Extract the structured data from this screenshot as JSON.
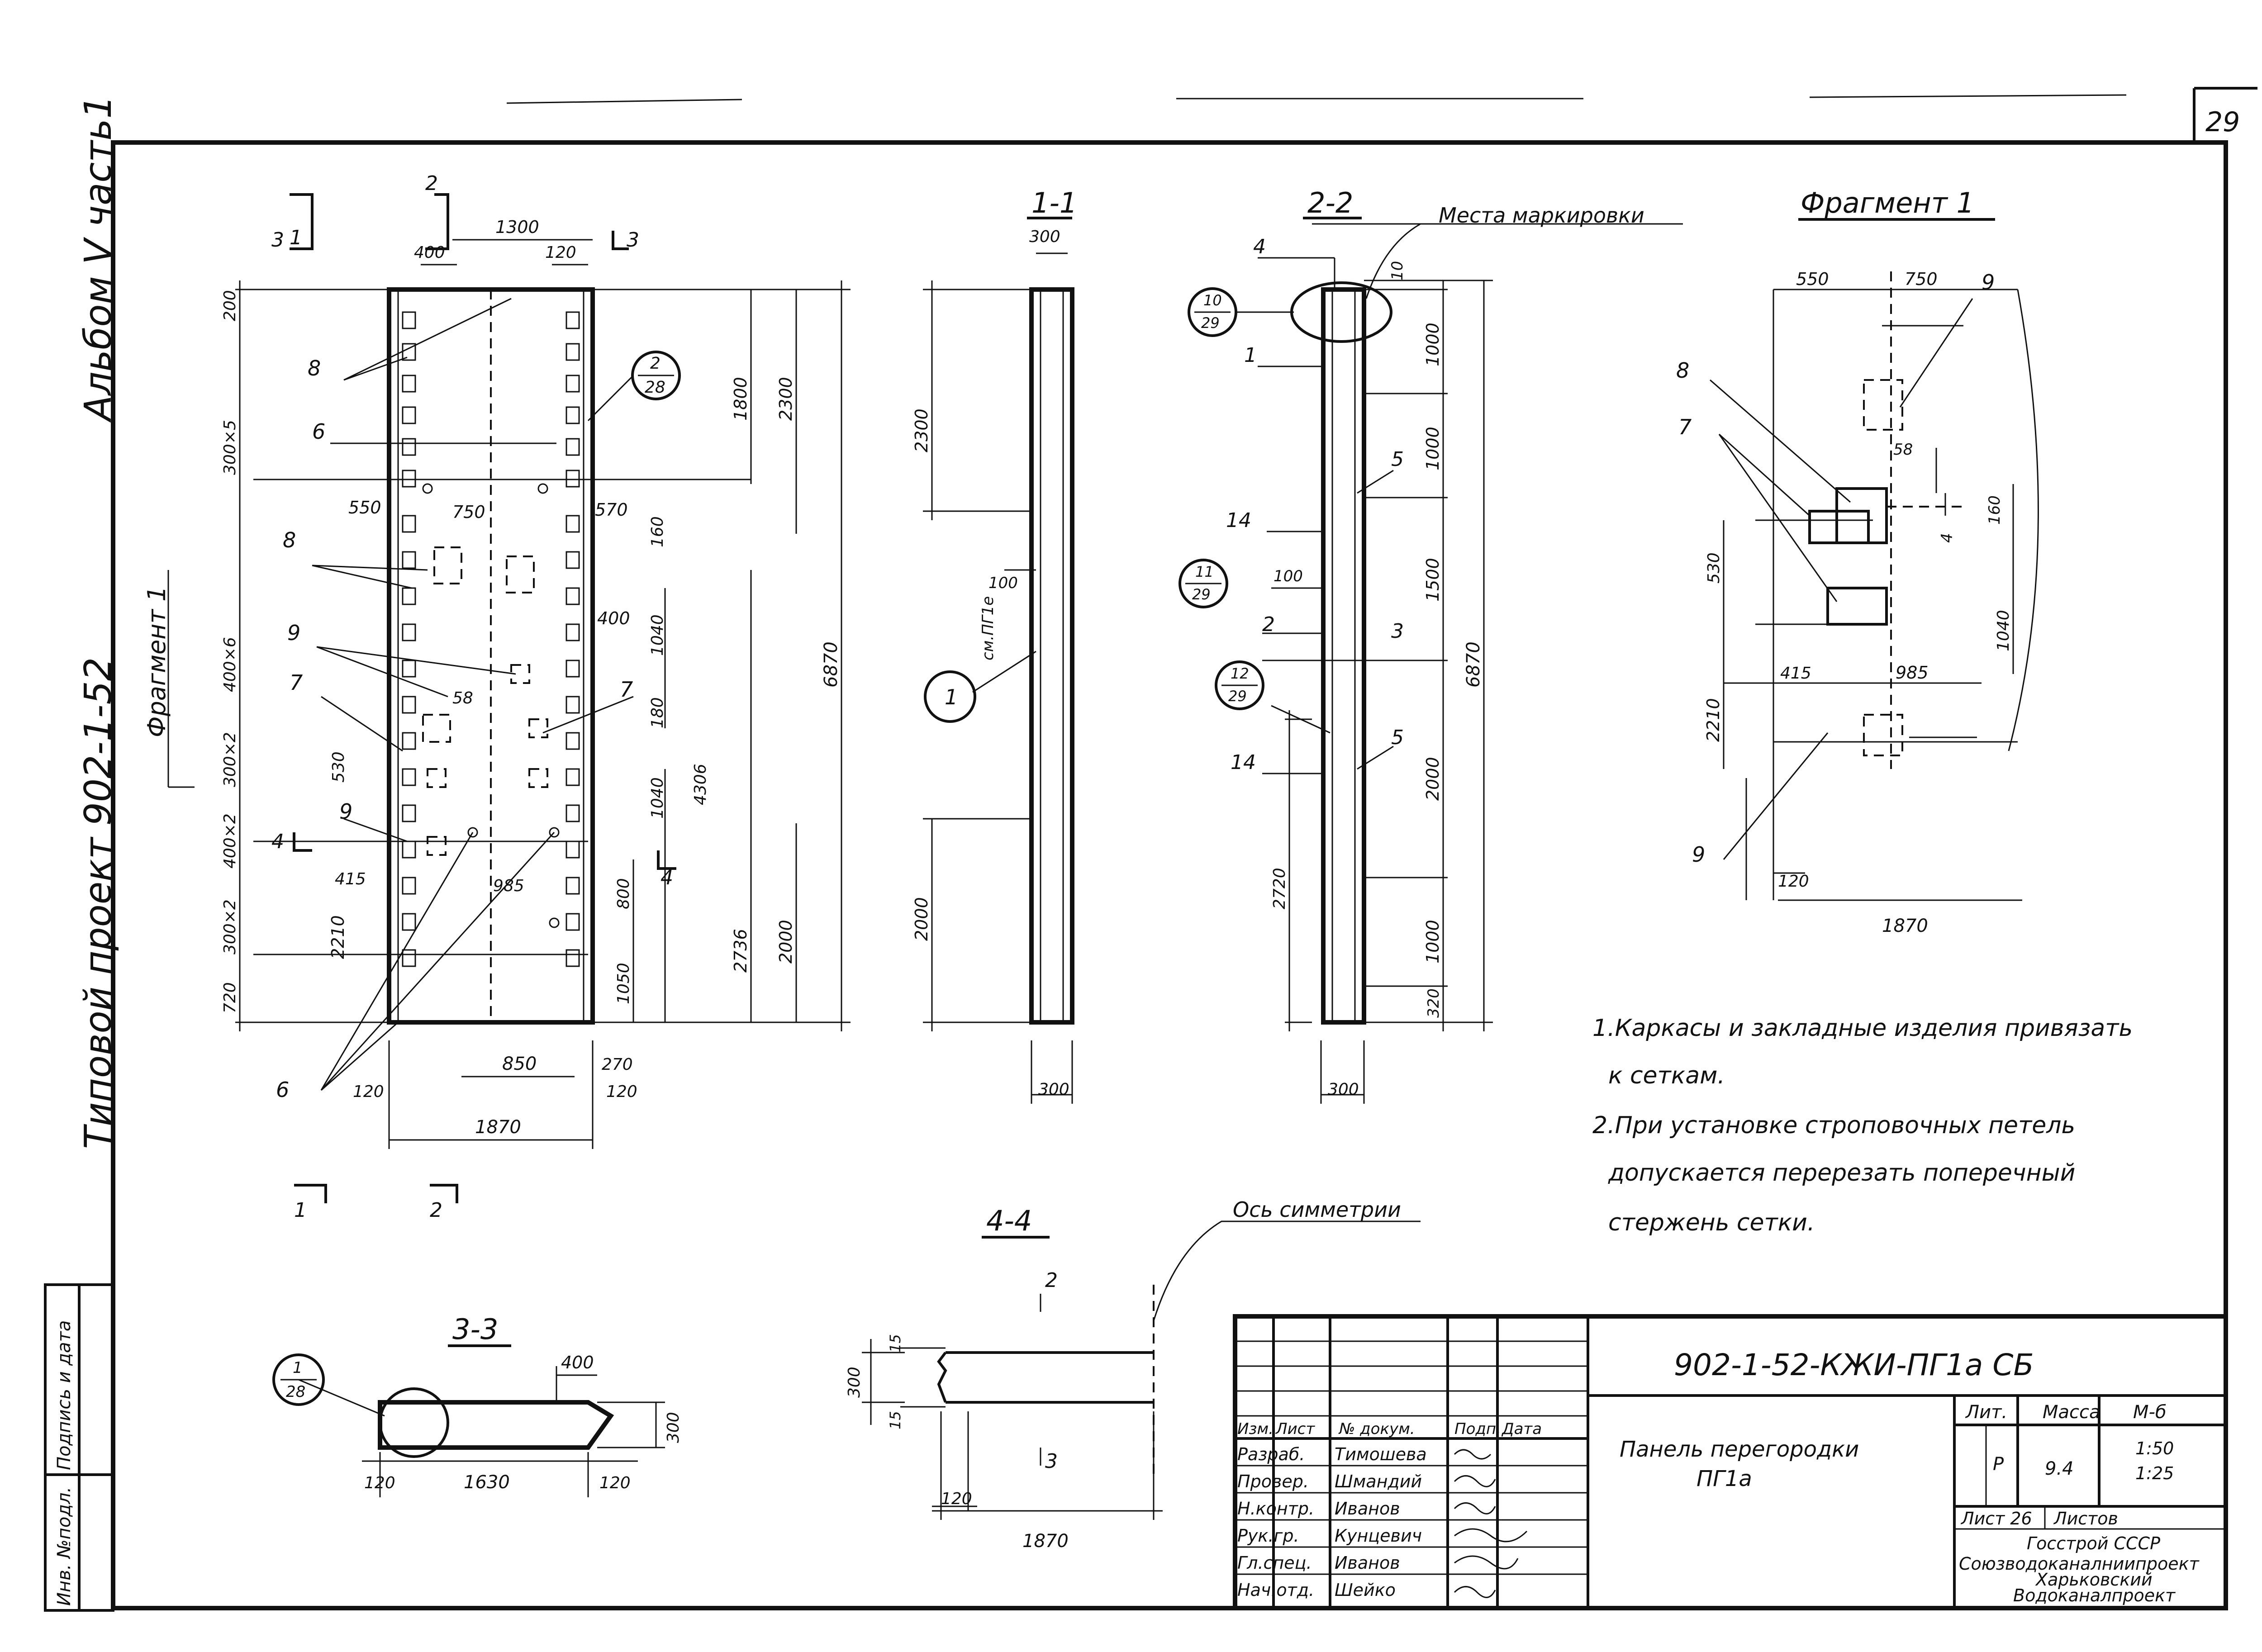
{
  "sheet": {
    "page_number": "29",
    "album_label": "Альбом V часть1",
    "project_label": "Типовой проект 902-1-52",
    "fragment_side_label": "Фрагмент 1"
  },
  "views": {
    "elevation": {
      "section_marks": [
        "1",
        "2",
        "3",
        "3",
        "4",
        "4",
        "1",
        "2"
      ],
      "dims": [
        "1300",
        "400",
        "120",
        "200",
        "300×5",
        "1800",
        "2300",
        "550",
        "750",
        "570",
        "160",
        "400×6",
        "400",
        "1040",
        "58",
        "180",
        "530",
        "300×2",
        "1040",
        "4306",
        "400×2",
        "415",
        "985",
        "800",
        "2210",
        "300×2",
        "2736",
        "2000",
        "1050",
        "720",
        "850",
        "270",
        "120",
        "120",
        "1870",
        "6870"
      ],
      "callouts": [
        "8",
        "6",
        "8",
        "9",
        "7",
        "7",
        "9",
        "6"
      ],
      "bubble": {
        "num": "2",
        "den": "28"
      }
    },
    "section_1_1": {
      "title": "1-1",
      "dims": [
        "300",
        "2300",
        "100",
        "2000",
        "300"
      ],
      "note": "см.ПГ1е",
      "callout": "1"
    },
    "section_2_2": {
      "title": "2-2",
      "marking_label": "Места маркировки",
      "dims": [
        "10",
        "1000",
        "1000",
        "100",
        "1500",
        "2000",
        "2720",
        "1000",
        "320",
        "300",
        "6870"
      ],
      "callouts": [
        "4",
        "1",
        "5",
        "14",
        "2",
        "3",
        "5",
        "14"
      ],
      "bubbles": [
        {
          "num": "10",
          "den": "29"
        },
        {
          "num": "11",
          "den": "29"
        },
        {
          "num": "12",
          "den": "29"
        }
      ]
    },
    "fragment_1": {
      "title": "Фрагмент 1",
      "dims": [
        "550",
        "750",
        "58",
        "160",
        "4",
        "530",
        "1040",
        "415",
        "985",
        "2210",
        "120",
        "1870"
      ],
      "callouts": [
        "9",
        "8",
        "7",
        "9"
      ]
    },
    "section_3_3": {
      "title": "3-3",
      "dims": [
        "400",
        "300",
        "120",
        "1630",
        "120"
      ],
      "bubble": {
        "num": "1",
        "den": "28"
      }
    },
    "section_4_4": {
      "title": "4-4",
      "axis_label": "Ось симметрии",
      "dims": [
        "15",
        "300",
        "15",
        "120",
        "1870"
      ],
      "marks": [
        "2",
        "3"
      ]
    }
  },
  "notes": [
    "1.Каркасы и закладные изделия привязать",
    "к сеткам.",
    "2.При установке строповочных петель",
    "допускается перерезать поперечный",
    "стержень сетки."
  ],
  "left_stamp": {
    "cells": [
      "Инв. №подл.",
      "Подпись и дата"
    ]
  },
  "title_block": {
    "code": "902-1-52-КЖИ-ПГ1а СБ",
    "name_line1": "Панель перегородки",
    "name_line2": "ПГ1а",
    "header": [
      "Изм.",
      "Лист",
      "№ докум.",
      "Подп.",
      "Дата"
    ],
    "people": [
      {
        "role": "Разраб.",
        "name": "Тимошева"
      },
      {
        "role": "Провер.",
        "name": "Шмандий"
      },
      {
        "role": "Н.контр.",
        "name": "Иванов"
      },
      {
        "role": "Рук.гр.",
        "name": "Кунцевич"
      },
      {
        "role": "Гл.спец.",
        "name": "Иванов"
      },
      {
        "role": "Нач.отд.",
        "name": "Шейко"
      }
    ],
    "lit_label": "Лит.",
    "mass_label": "Масса",
    "scale_label": "М-б",
    "lit_value": "Р",
    "mass_value": "9.4",
    "scale_value1": "1:50",
    "scale_value2": "1:25",
    "sheet_label": "Лист 26",
    "sheets_label": "Листов",
    "org_line1": "Госстрой СССР",
    "org_line2": "Союзводоканалниипроект",
    "org_line3": "Харьковский",
    "org_line4": "Водоканалпроект"
  }
}
